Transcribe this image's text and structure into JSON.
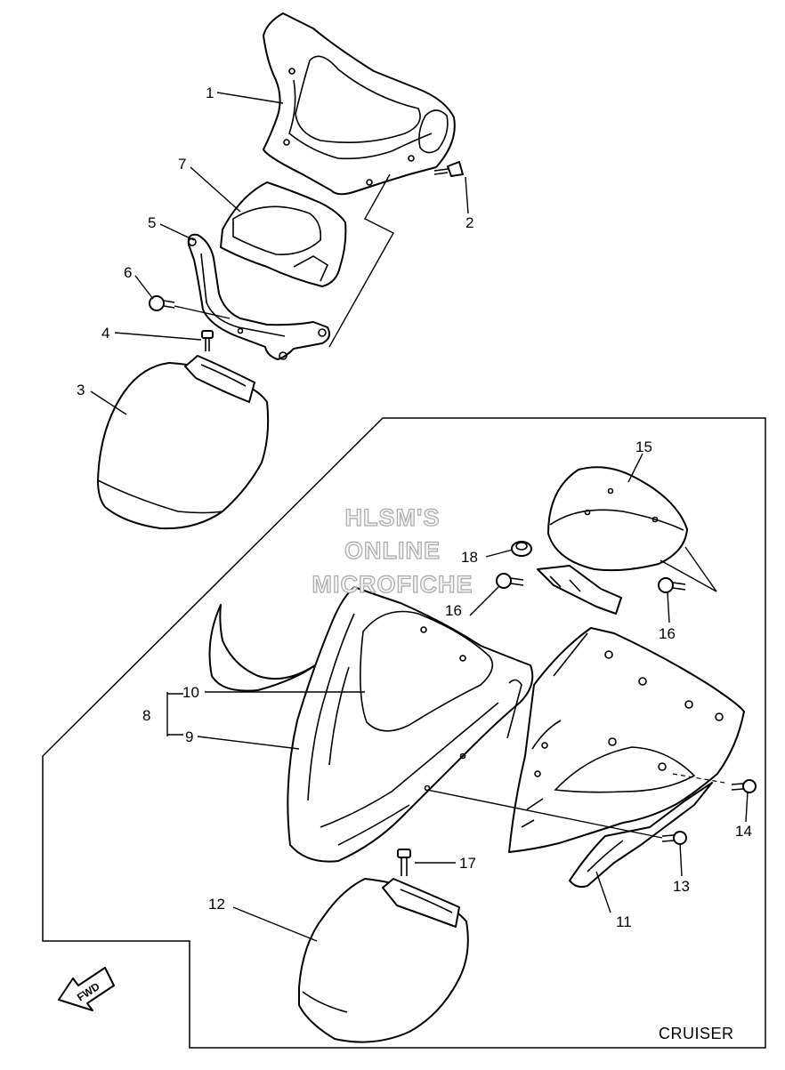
{
  "watermark": {
    "line1": "HLSM'S",
    "line2": "ONLINE",
    "line3": "MICROFICHE"
  },
  "fwd_label": "FWD",
  "model_label": "CRUISER",
  "callouts": {
    "c1": "1",
    "c2": "2",
    "c3": "3",
    "c4": "4",
    "c5": "5",
    "c6": "6",
    "c7": "7",
    "c8": "8",
    "c9": "9",
    "c10": "10",
    "c11": "11",
    "c12": "12",
    "c13": "13",
    "c14": "14",
    "c15": "15",
    "c16a": "16",
    "c16b": "16",
    "c17": "17",
    "c18": "18"
  }
}
